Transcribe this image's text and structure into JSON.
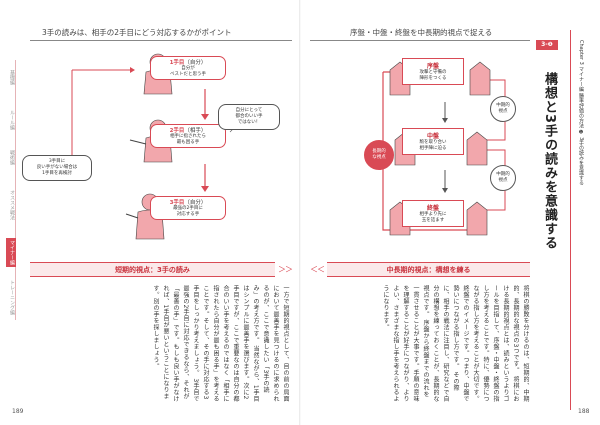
{
  "left_page": {
    "heading": "3手の読みは、相手の2手目にどう対応するかがポイント",
    "sidebar": [
      "基礎編",
      "ルール編",
      "戦術編",
      "オススメ戦法",
      "マイナー編",
      "トレーニング編"
    ],
    "sidebar_active_index": 4,
    "diagram": {
      "steps": [
        {
          "num": "1手目",
          "who": "（自分）",
          "desc": "自分が\nベストだと思う手"
        },
        {
          "num": "2手目",
          "who": "（相手）",
          "desc": "相手に指されたら\n最も困る手"
        },
        {
          "num": "3手目",
          "who": "（自分）",
          "desc": "最強の2手目に\n対応する手"
        }
      ],
      "bubble_right": "自分にとって\n都合のいい手\nではない！",
      "bubble_left": "3手目に\n良い手がない場合は\n1手目を再検討"
    },
    "band": "短期的視点：3手の読み",
    "body": "一方で短期的視点として、目の前の局面において最善手を見つけるのに求められるのが、ここで意識したい「3手の読み」の考え方です。\n当然ながら、1手目はシンプルに最善手を選びます。次に2手目ですが、ここで重要なのは自分の都合のいい手を考えるのではなく「相手に指されたら自分が最も困る手」を考えることです。そして、その手に対応する3手目をしっかり考えましょう。\n3手目で最強の2手目に対応できるなら、それが「最善の手」です。もしも良い手がなければ、1手目が悪いということになります。別の手を探しましょう。",
    "page_number": "189"
  },
  "right_page": {
    "heading": "序盤・中盤・終盤を中長期的視点で捉える",
    "chapter_no": "3-❶",
    "chapter_tag": "Chapter 3 マイナー編 勝率評価の方法 ❶ 3手の読みを意識する",
    "chapter_title": "構想と3手の読みを意識する",
    "diagram": {
      "stages": [
        {
          "name": "序盤",
          "desc": "攻撃と守備の\n陣形をつくる"
        },
        {
          "name": "中盤",
          "desc": "駒を取り合い\n相手陣に迫る"
        },
        {
          "name": "終盤",
          "desc": "相手より先に\n玉を詰ます"
        }
      ],
      "left_circle": "長期的\nな視点",
      "right_circle_1": "中期的\n視点",
      "right_circle_2": "中期的\n視点"
    },
    "band": "中長期的視点：構想を練る",
    "body": "将棋の勝敗を分けるのは、短期的、中期的、長期的な視点の3つです。\n将棋における長期的視点とは、読みというよりゴールを目指して、序盤・中盤・終盤の指し方を考えることです。特に、優勢につながる指し方を考えることが大切です。\n終盤でのイメージです。つまり、中盤で勢いにつながる指し方です。\nその際に、相手の戦法に注目し、研究などで自分の構想を練っておくことが、長期的な視点です。\n序盤から終盤までの流れを一貫させることが大事です。手順の意味を理解することが好手につながり、よりよい、さまざまな指し手を考えられるようになります。",
    "page_number": "188"
  }
}
